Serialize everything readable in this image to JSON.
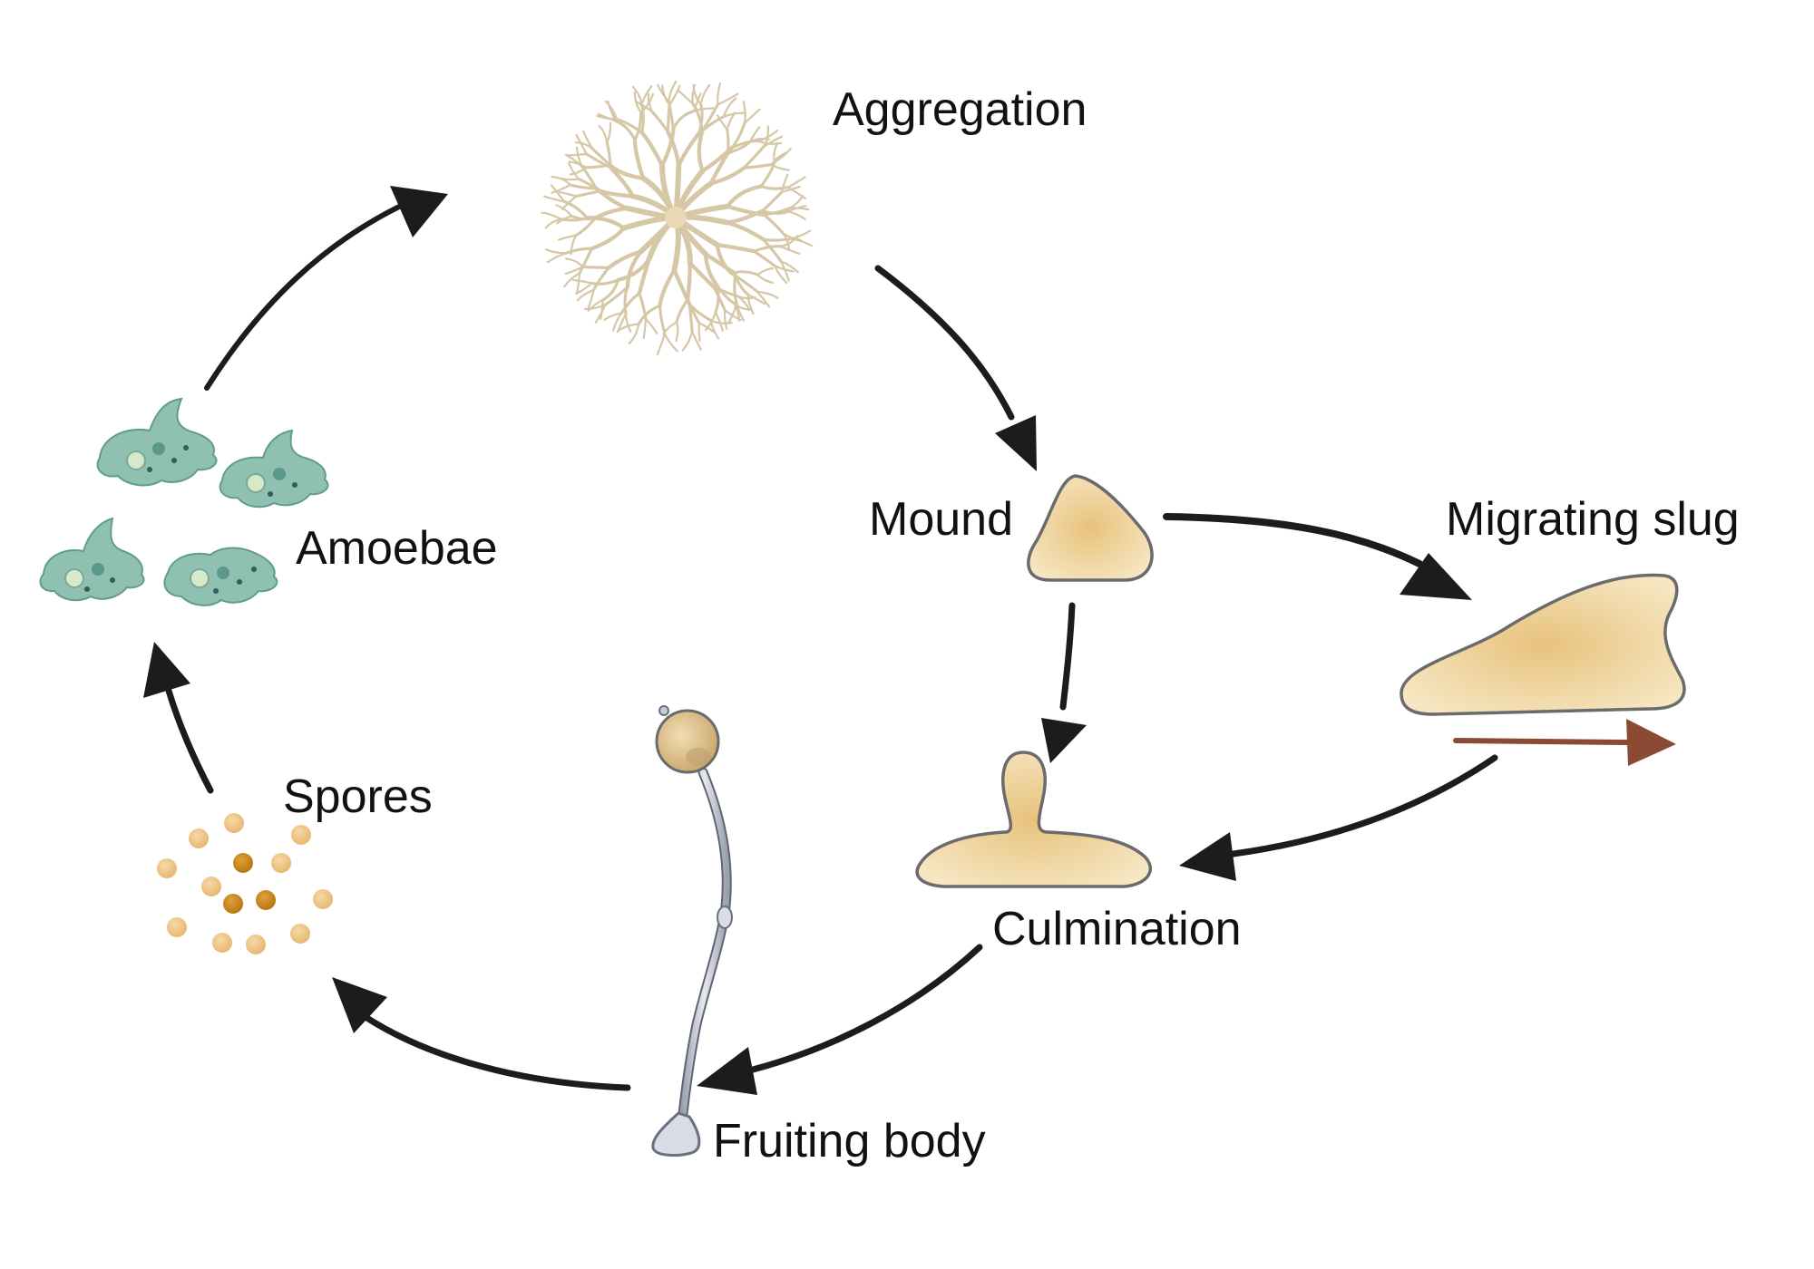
{
  "stages": {
    "aggregation": "Aggregation",
    "mound": "Mound",
    "migrating_slug": "Migrating slug",
    "culmination": "Culmination",
    "fruiting_body": "Fruiting body",
    "spores": "Spores",
    "amoebae": "Amoebae"
  },
  "colors": {
    "arrow": "#1c1c1c",
    "migration_arrow": "#8b4a33",
    "cell_mass_fill": "#f0d9a6",
    "cell_mass_center": "#e8c27c",
    "cell_mass_stroke": "#6b6b6b",
    "aggregation_streams": "#d6c7a6",
    "amoeba": "#8fc0b2",
    "spore_light": "#eec386",
    "spore_dark": "#c98818",
    "stalk": "#c9ccd6"
  },
  "icons": {
    "aggregation": "branching-aggregation-icon",
    "mound": "mound-icon",
    "slug": "slug-icon",
    "culmination": "culmination-icon",
    "fruiting_body": "fruiting-body-icon",
    "spores": "spores-icon",
    "amoebae": "amoebae-icon"
  }
}
